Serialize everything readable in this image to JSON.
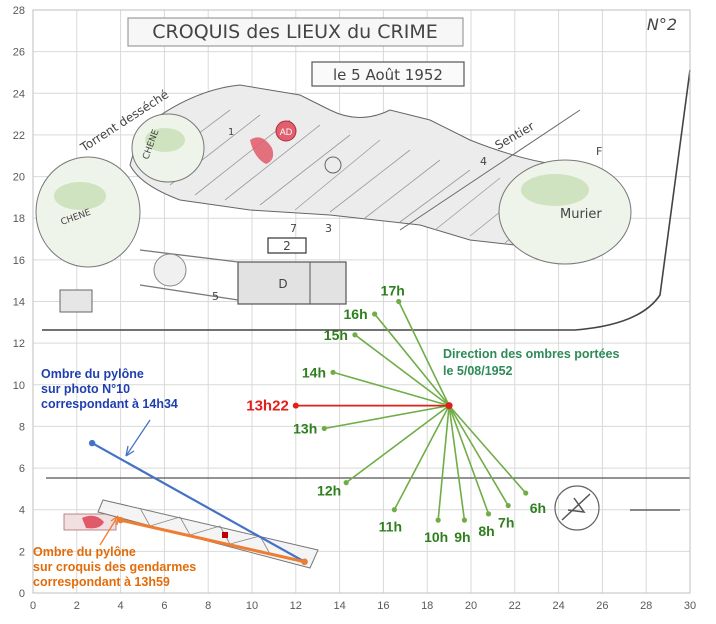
{
  "chart_data": {
    "type": "scatter",
    "xlim": [
      0,
      30
    ],
    "ylim": [
      0,
      28
    ],
    "x_ticks": [
      0,
      2,
      4,
      6,
      8,
      10,
      12,
      14,
      16,
      18,
      20,
      22,
      24,
      26,
      28,
      30
    ],
    "y_ticks": [
      0,
      2,
      4,
      6,
      8,
      10,
      12,
      14,
      16,
      18,
      20,
      22,
      24,
      26,
      28
    ],
    "grid": true,
    "colors": {
      "shadow_lines": "#70ad47",
      "highlight": "#e0201b",
      "photo_line": "#4472c4",
      "sketch_line": "#ed7d31",
      "green_text": "#2f7f1f",
      "teal_text": "#2e8b57",
      "blue_text": "#1f3fb0",
      "orange_text": "#e36c0a"
    },
    "origin": {
      "x": 19,
      "y": 9
    },
    "rays": [
      {
        "label": "6h",
        "x": 22.5,
        "y": 4.8,
        "label_pos": "below-right"
      },
      {
        "label": "7h",
        "x": 21.7,
        "y": 4.2,
        "label_pos": "below"
      },
      {
        "label": "8h",
        "x": 20.8,
        "y": 3.8,
        "label_pos": "below"
      },
      {
        "label": "9h",
        "x": 19.7,
        "y": 3.5,
        "label_pos": "below"
      },
      {
        "label": "10h",
        "x": 18.5,
        "y": 3.5,
        "label_pos": "below"
      },
      {
        "label": "11h",
        "x": 16.5,
        "y": 4.0,
        "label_pos": "below-left"
      },
      {
        "label": "12h",
        "x": 14.3,
        "y": 5.3,
        "label_pos": "left-below"
      },
      {
        "label": "13h",
        "x": 13.3,
        "y": 7.9,
        "label_pos": "left"
      },
      {
        "label": "13h22",
        "x": 12.0,
        "y": 9.0,
        "label_pos": "left",
        "highlight": true
      },
      {
        "label": "14h",
        "x": 13.7,
        "y": 10.6,
        "label_pos": "left"
      },
      {
        "label": "15h",
        "x": 14.7,
        "y": 12.4,
        "label_pos": "left"
      },
      {
        "label": "16h",
        "x": 15.6,
        "y": 13.4,
        "label_pos": "left"
      },
      {
        "label": "17h",
        "x": 16.7,
        "y": 14.0,
        "label_pos": "above"
      }
    ],
    "series": [
      {
        "name": "Ombre du pylône sur photo N°10 correspondant à 14h34",
        "x": [
          2.7,
          12.4
        ],
        "y": [
          7.2,
          1.5
        ]
      },
      {
        "name": "Ombre du pylône sur croquis des gendarmes correspondant à 13h59",
        "x": [
          4.0,
          12.4
        ],
        "y": [
          3.5,
          1.5
        ]
      }
    ],
    "annotations": [
      {
        "lines": [
          "Direction des ombres portées",
          "le 5/08/1952"
        ]
      },
      {
        "lines": [
          "Ombre du pylône",
          "sur photo N°10",
          "correspondant à 14h34"
        ]
      },
      {
        "lines": [
          "Ombre du pylône",
          "sur croquis des gendarmes",
          "correspondant à 13h59"
        ]
      }
    ],
    "background": {
      "title": "CROQUIS des LIEUX du CRIME",
      "number": "N°2",
      "date": "le 5 Août 1952",
      "labels": [
        "Torrent desséché",
        "CHENE",
        "CHENE",
        "Murier",
        "Sentier",
        "AD",
        "D",
        "2",
        "F",
        "7",
        "3",
        "4",
        "5",
        "1"
      ]
    }
  }
}
